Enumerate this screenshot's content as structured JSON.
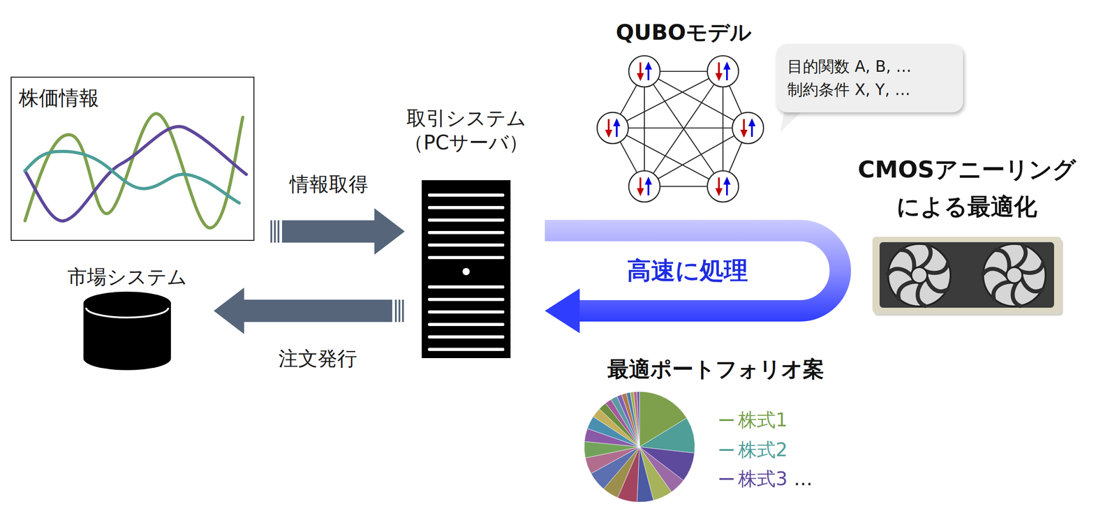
{
  "diagram": {
    "nodes": [
      {
        "text": [
          "株価情報"
        ]
      },
      {
        "text": [
          "取引システム （PCサーバ）"
        ]
      },
      {
        "text": [
          "市場システム"
        ]
      },
      {
        "text": [
          "目的関数 A, B, …",
          "制約条件 X, Y, …"
        ]
      },
      {
        "text": [
          "CMOSアニーリング による最適化"
        ]
      }
    ],
    "edges": [
      {
        "from": 0,
        "to": 1,
        "arrow": "to",
        "label": "情報取得"
      },
      {
        "from": 1,
        "to": 2,
        "arrow": "to",
        "label": "注文発行"
      },
      {
        "from": 4,
        "to": 1,
        "arrow": "to",
        "label": "高速に処理"
      }
    ],
    "labels": [
      "QUBOモデル",
      "最適ポートフォリオ案",
      "…"
    ],
    "legend": [
      {
        "text": "株式1",
        "color": "#77a04b"
      },
      {
        "text": "株式2",
        "color": "#4e9e98"
      },
      {
        "text": "株式3",
        "color": "#5d4a9c"
      }
    ]
  }
}
